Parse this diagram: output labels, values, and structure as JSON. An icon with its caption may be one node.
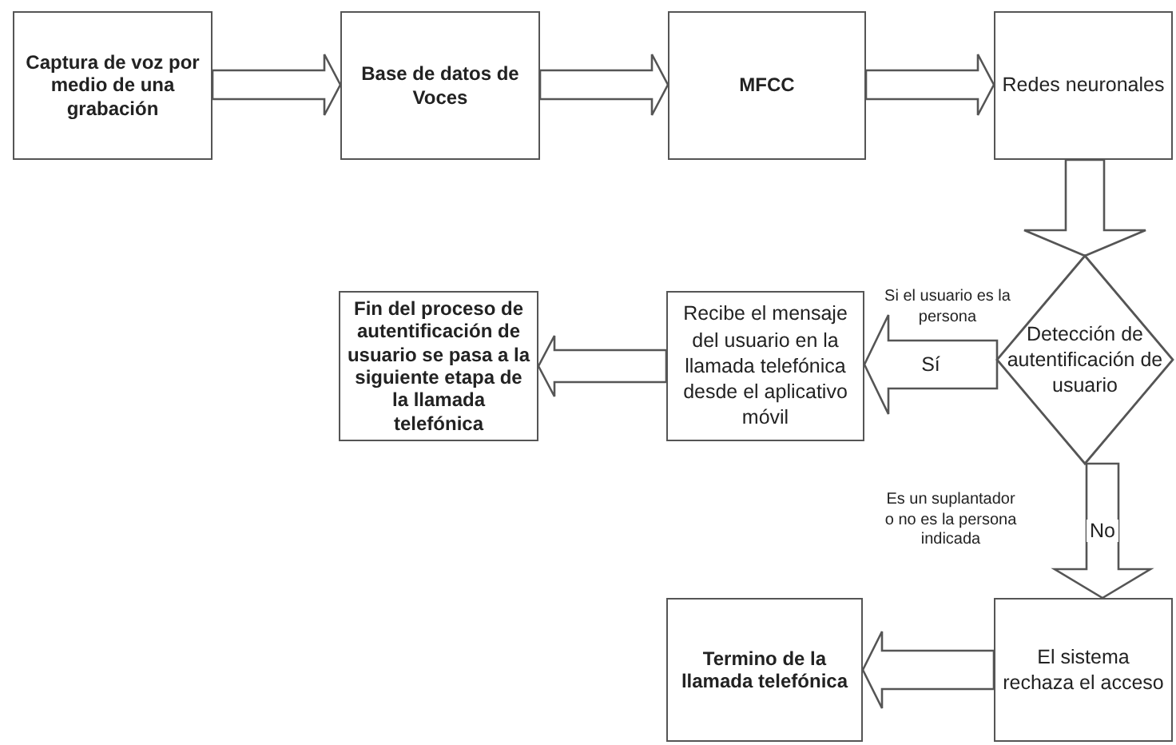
{
  "diagram": {
    "nodes": [
      {
        "text": [
          "Captura de voz por medio de una grabación"
        ]
      },
      {
        "text": [
          "Base de datos de Voces"
        ]
      },
      {
        "text": [
          "MFCC"
        ]
      },
      {
        "text": [
          "Redes neuronales"
        ]
      },
      {
        "text": [
          "Detección de autentificación de usuario"
        ]
      },
      {
        "text": [
          "Recibe el mensaje del usuario en la llamada telefónica desde el aplicativo móvil"
        ]
      },
      {
        "text": [
          "Fin del proceso de autentificación de usuario se pasa a la siguiente etapa de la llamada telefónica"
        ]
      },
      {
        "text": [
          "El sistema rechaza el acceso"
        ]
      },
      {
        "text": [
          "Termino de la llamada telefónica"
        ]
      }
    ],
    "edges": [
      {
        "from": 0,
        "to": 1,
        "arrow": "to"
      },
      {
        "from": 1,
        "to": 2,
        "arrow": "to"
      },
      {
        "from": 2,
        "to": 3,
        "arrow": "to"
      },
      {
        "from": 3,
        "to": 4,
        "arrow": "to"
      },
      {
        "from": 4,
        "to": 5,
        "arrow": "to",
        "label": "Sí"
      },
      {
        "from": 5,
        "to": 6,
        "arrow": "to"
      },
      {
        "from": 4,
        "to": 7,
        "arrow": "to",
        "label": "No"
      },
      {
        "from": 7,
        "to": 8,
        "arrow": "to"
      }
    ],
    "labels": [
      "Si el usuario es la persona",
      "Es un suplantador o no es la persona indicada"
    ]
  }
}
